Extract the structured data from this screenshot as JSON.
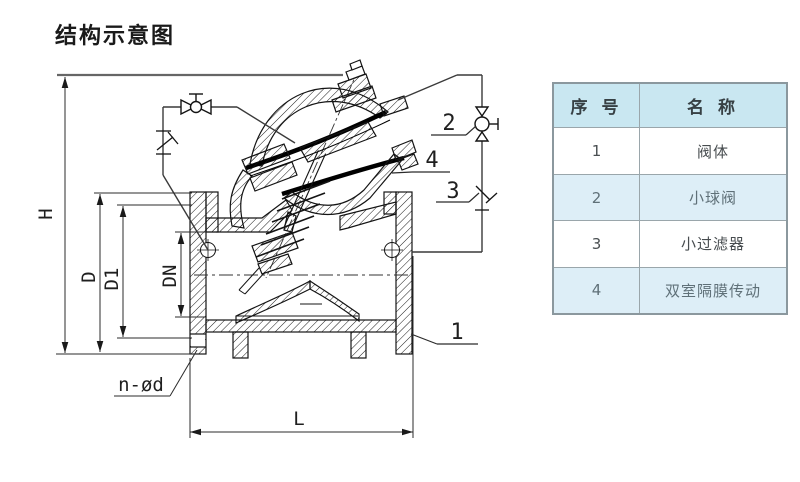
{
  "page": {
    "title": "结构示意图"
  },
  "table": {
    "headers": [
      "序 号",
      "名 称"
    ],
    "rows": [
      {
        "no": "1",
        "name": "阀体"
      },
      {
        "no": "2",
        "name": "小球阀"
      },
      {
        "no": "3",
        "name": "小过滤器"
      },
      {
        "no": "4",
        "name": "双室隔膜传动"
      }
    ],
    "colors": {
      "header_bg": "#c9e7f1",
      "alt_row_bg": "#ddeef7",
      "border": "#8b989e"
    }
  },
  "diagram": {
    "dimensions": {
      "height": "H",
      "flange_od": "D",
      "bolt_circle": "D1",
      "bore": "DN",
      "length": "L",
      "bolt_holes": "n-ød"
    },
    "callouts": {
      "c1": "1",
      "c2": "2",
      "c3": "3",
      "c4": "4"
    },
    "line_color": "#1a1a1a"
  }
}
